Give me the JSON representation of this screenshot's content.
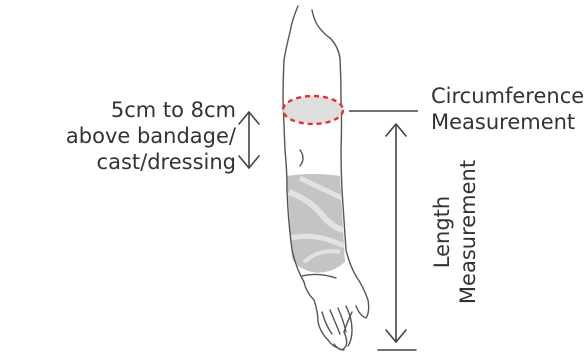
{
  "labels": {
    "offset": [
      "5cm to 8cm",
      "above bandage/",
      "cast/dressing"
    ],
    "circumference": [
      "Circumference",
      "Measurement"
    ],
    "length": [
      "Length",
      "Measurement"
    ]
  },
  "colors": {
    "outline": "#555555",
    "dashed_ring": "#e03232",
    "ring_fill": "#dedede",
    "bandage": "#c4c4c4",
    "bandage_pattern": "#e2e2e2",
    "text": "#333333",
    "arrow": "#444444"
  }
}
